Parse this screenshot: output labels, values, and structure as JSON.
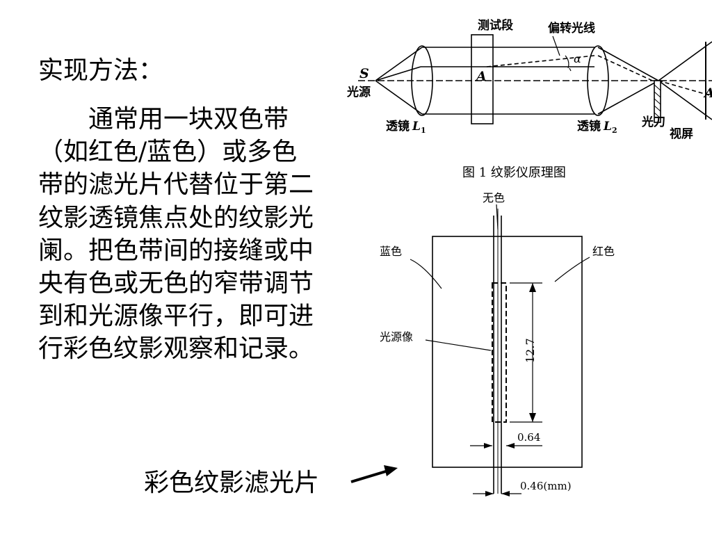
{
  "slide": {
    "title": "实现方法：",
    "body": "通常用一块双色带（如红色/蓝色）或多色带的滤光片代替位于第二纹影透镜焦点处的纹影光阑。把色带间的接缝或中央有色或无色的窄带调节到和光源像平行，即可进行彩色纹影观察和记录。",
    "filter_caption": "彩色纹影滤光片"
  },
  "figure1": {
    "test_section": "测试段",
    "deflected_ray": "偏转光线",
    "alpha": "α",
    "source_letter": "S",
    "source_label": "光源",
    "point_a": "A",
    "point_a_prime": "A'",
    "lens1_label": "透镜",
    "lens1_sub": "L",
    "lens1_idx": "1",
    "lens2_label": "透镜",
    "lens2_sub": "L",
    "lens2_idx": "2",
    "knife_label": "光刀",
    "screen_label": "视屏",
    "caption": "图 1   纹影仪原理图"
  },
  "figure2": {
    "colorless": "无色",
    "blue": "蓝色",
    "red": "红色",
    "source_image": "光源像",
    "height_dim": "12.7",
    "width_dim": "0.64",
    "gap_dim": "0.46(mm)"
  }
}
